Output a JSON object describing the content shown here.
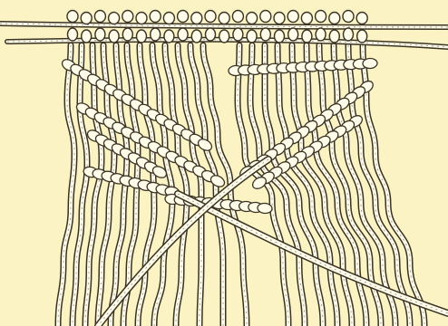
{
  "image": {
    "subject": "macrame-knotting-engraving",
    "background_color": "#fbf3c4",
    "ink_color": "#3a3324",
    "cord_fill": "#fffbe9",
    "elements": [
      "top-rod",
      "rod-overhang-left",
      "hanging-cords",
      "mounting-knots",
      "diagonal-knot-rows",
      "holding-cords"
    ]
  }
}
